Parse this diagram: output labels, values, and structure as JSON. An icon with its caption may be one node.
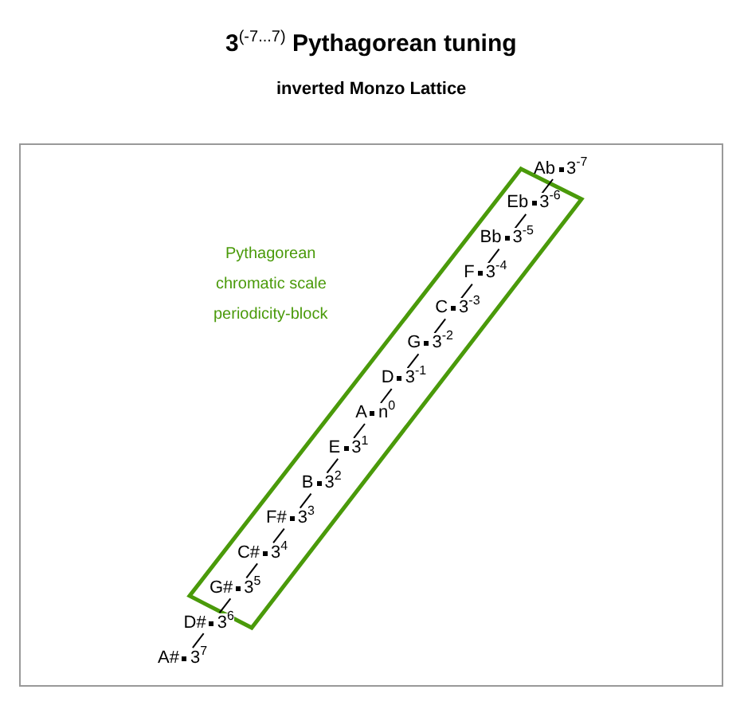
{
  "diagram": {
    "title": "3$^{(-7...7)}$ Pythagorean tuning",
    "caption": "inverted Monzo  Lattice",
    "nodes": [
      {
        "text": [
          "Ab",
          "3$^{-7}$"
        ]
      },
      {
        "text": [
          "Eb",
          "3$^{-6}$"
        ]
      },
      {
        "text": [
          "Bb",
          "3$^{-5}$"
        ]
      },
      {
        "text": [
          "F",
          "3$^{-4}$"
        ]
      },
      {
        "text": [
          "C",
          "3$^{-3}$"
        ]
      },
      {
        "text": [
          "G",
          "3$^{-2}$"
        ]
      },
      {
        "text": [
          "D",
          "3$^{-1}$"
        ]
      },
      {
        "text": [
          "A",
          "n$^{0}$"
        ]
      },
      {
        "text": [
          "E",
          "3$^{1}$"
        ]
      },
      {
        "text": [
          "B",
          "3$^{2}$"
        ]
      },
      {
        "text": [
          "F#",
          "3$^{3}$"
        ]
      },
      {
        "text": [
          "C#",
          "3$^{4}$"
        ]
      },
      {
        "text": [
          "G#",
          "3$^{5}$"
        ]
      },
      {
        "text": [
          "D#",
          "3$^{6}$"
        ]
      },
      {
        "text": [
          "A#",
          "3$^{7}$"
        ]
      }
    ],
    "edges": [
      {
        "from": 0,
        "to": 1,
        "arrow": "none"
      },
      {
        "from": 1,
        "to": 2,
        "arrow": "none"
      },
      {
        "from": 2,
        "to": 3,
        "arrow": "none"
      },
      {
        "from": 3,
        "to": 4,
        "arrow": "none"
      },
      {
        "from": 4,
        "to": 5,
        "arrow": "none"
      },
      {
        "from": 5,
        "to": 6,
        "arrow": "none"
      },
      {
        "from": 6,
        "to": 7,
        "arrow": "none"
      },
      {
        "from": 7,
        "to": 8,
        "arrow": "none"
      },
      {
        "from": 8,
        "to": 9,
        "arrow": "none"
      },
      {
        "from": 9,
        "to": 10,
        "arrow": "none"
      },
      {
        "from": 10,
        "to": 11,
        "arrow": "none"
      },
      {
        "from": 11,
        "to": 12,
        "arrow": "none"
      },
      {
        "from": 12,
        "to": 13,
        "arrow": "none"
      },
      {
        "from": 13,
        "to": 14,
        "arrow": "none"
      }
    ],
    "labels": [
      "Pythagorean",
      "chromatic scale",
      "periodicity-block"
    ]
  }
}
